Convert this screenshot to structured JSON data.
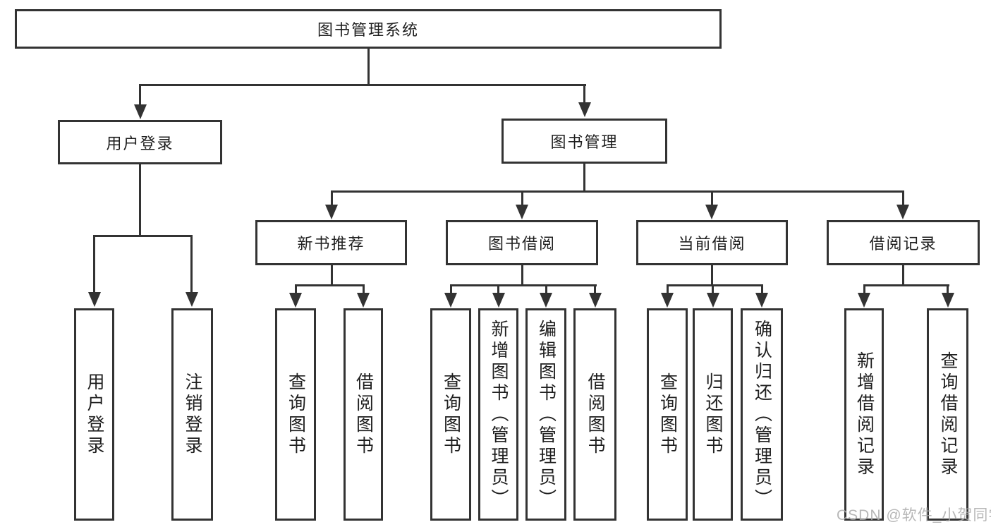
{
  "colors": {
    "line": "#333333",
    "text": "#1f1f1f",
    "box-bg": "#ffffff",
    "watermark": "#ababab",
    "background": "#ffffff"
  },
  "watermark": {
    "text": "CSDN @软件_小贺同学"
  },
  "tree": {
    "label": "图书管理系统",
    "children": [
      {
        "label": "用户登录",
        "children": [
          {
            "label": "用户登录"
          },
          {
            "label": "注销登录"
          }
        ]
      },
      {
        "label": "图书管理",
        "children": [
          {
            "label": "新书推荐",
            "children": [
              {
                "label": "查询图书"
              },
              {
                "label": "借阅图书"
              }
            ]
          },
          {
            "label": "图书借阅",
            "children": [
              {
                "label": "查询图书"
              },
              {
                "label": "新增图书（管理员）"
              },
              {
                "label": "编辑图书（管理员）"
              },
              {
                "label": "借阅图书"
              }
            ]
          },
          {
            "label": "当前借阅",
            "children": [
              {
                "label": "查询图书"
              },
              {
                "label": "归还图书"
              },
              {
                "label": "确认归还（管理员）"
              }
            ]
          },
          {
            "label": "借阅记录",
            "children": [
              {
                "label": "新增借阅记录"
              },
              {
                "label": "查询借阅记录"
              }
            ]
          }
        ]
      }
    ]
  }
}
